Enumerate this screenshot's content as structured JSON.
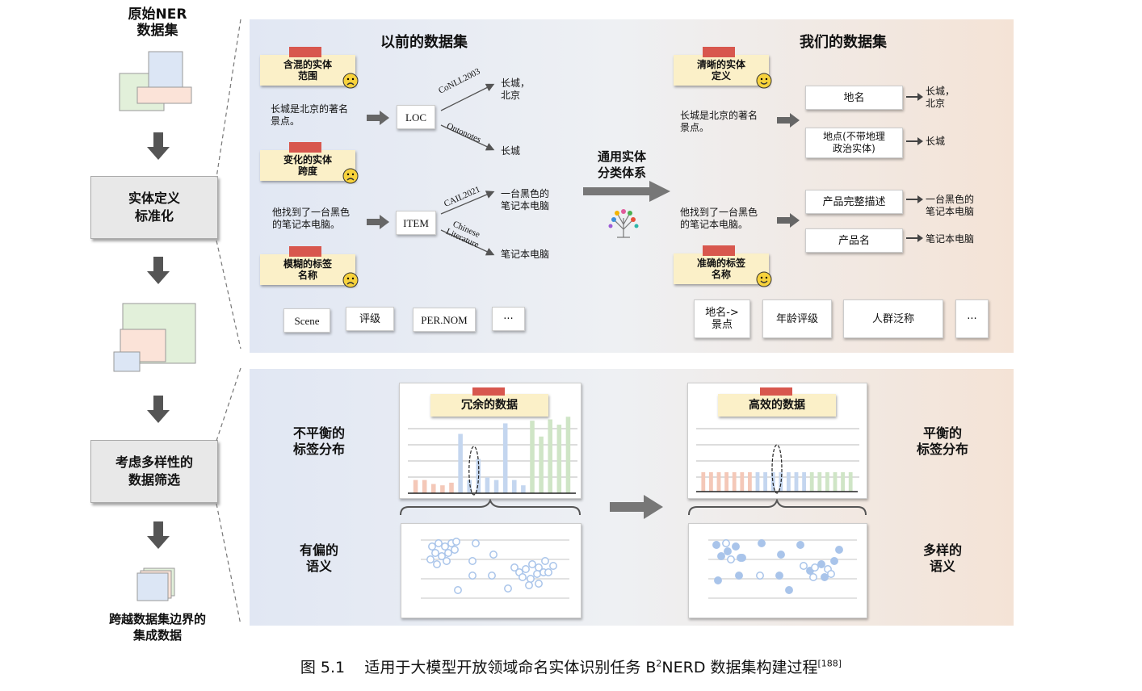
{
  "left_column": {
    "top_title": "原始NER\n数据集",
    "step1": "实体定义\n标准化",
    "step2": "考虑多样性的\n数据筛选",
    "bottom_title": "跨越数据集边界的\n集成数据"
  },
  "top_panel": {
    "prev_title": "以前的数据集",
    "our_title": "我们的数据集",
    "prev_notes": [
      "含混的实体\n范围",
      "变化的实体\n跨度",
      "模糊的标签\n名称"
    ],
    "our_notes": [
      "清晰的实体\n定义",
      "准确的标签\n名称"
    ],
    "sentence1": "长城是北京的著名\n景点。",
    "sentence2": "他找到了一台黑色\n的笔记本电脑。",
    "loc_label": "LOC",
    "item_label": "ITEM",
    "edge_labels": [
      "CoNLL2003",
      "Ontonotes",
      "CAIL2021",
      "Chinese\nLiterature"
    ],
    "prev_outputs": [
      "长城，\n北京",
      "长城",
      "一台黑色的\n笔记本电脑",
      "笔记本电脑"
    ],
    "prev_tags": [
      "Scene",
      "评级",
      "PER.NOM",
      "···"
    ],
    "center_label": "通用实体\n分类体系",
    "our_labels": [
      "地名",
      "地点(不带地理\n政治实体)",
      "产品完整描述",
      "产品名"
    ],
    "our_outputs": [
      "长城，\n北京",
      "长城",
      "一台黑色的\n笔记本电脑",
      "笔记本电脑"
    ],
    "our_tags": [
      "地名->\n景点",
      "年龄评级",
      "人群泛称",
      "···"
    ]
  },
  "bottom_panel": {
    "left_top_label": "不平衡的\n标签分布",
    "left_bottom_label": "有偏的\n语义",
    "right_top_label": "平衡的\n标签分布",
    "right_bottom_label": "多样的\n语义",
    "redundant_title": "冗余的数据",
    "efficient_title": "高效的数据"
  },
  "chart_data": [
    {
      "type": "bar",
      "title": "冗余的数据",
      "values": [
        1,
        1,
        0.7,
        0.6,
        0.8,
        4.5,
        1,
        2.6,
        1.2,
        1,
        5.3,
        1,
        0.6,
        5.5,
        4.3,
        5.6,
        5.2,
        5.8
      ],
      "colors": [
        "#f4c8b8",
        "#f4c8b8",
        "#f4c8b8",
        "#f4c8b8",
        "#f4c8b8",
        "#c4d6ef",
        "#c4d6ef",
        "#c4d6ef",
        "#c4d6ef",
        "#c4d6ef",
        "#c4d6ef",
        "#c4d6ef",
        "#c4d6ef",
        "#cfe5c6",
        "#cfe5c6",
        "#cfe5c6",
        "#cfe5c6",
        "#cfe5c6"
      ]
    },
    {
      "type": "bar",
      "title": "高效的数据",
      "values": [
        1.5,
        1.5,
        1.5,
        1.5,
        1.5,
        1.5,
        1.5,
        1.5,
        1.5,
        1.5,
        1.5,
        1.5,
        1.5,
        1.5,
        1.5,
        1.5,
        1.5,
        1.5,
        1.5,
        1.5
      ],
      "colors": [
        "#f4c8b8",
        "#f4c8b8",
        "#f4c8b8",
        "#f4c8b8",
        "#f4c8b8",
        "#f4c8b8",
        "#f4c8b8",
        "#c4d6ef",
        "#c4d6ef",
        "#c4d6ef",
        "#c4d6ef",
        "#c4d6ef",
        "#c4d6ef",
        "#c4d6ef",
        "#cfe5c6",
        "#cfe5c6",
        "#cfe5c6",
        "#cfe5c6",
        "#cfe5c6",
        "#cfe5c6"
      ]
    }
  ],
  "caption": {
    "prefix": "图 5.1",
    "text": "适用于大模型开放领域命名实体识别任务 B",
    "sup1": "2",
    "text2": "NERD 数据集构建过程",
    "sup2": "[188]"
  }
}
